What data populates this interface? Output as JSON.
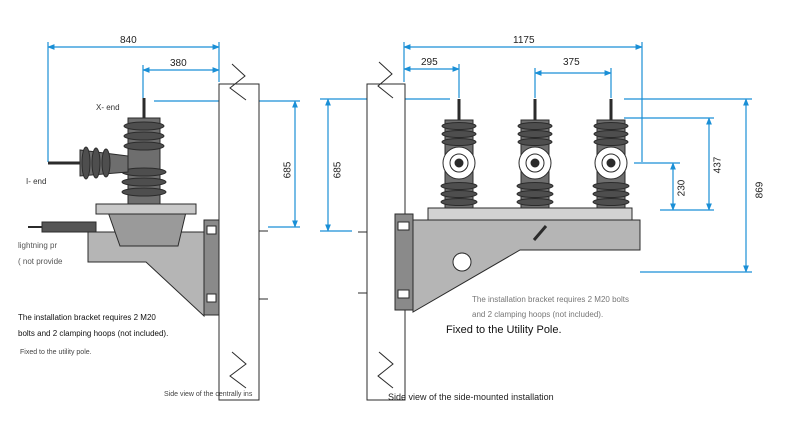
{
  "colors": {
    "dimension": "#1a8fd6",
    "drawing": "#2b2b2b",
    "fill_dark": "#6e6e6e",
    "fill_mid": "#a8a8a8",
    "pole": "#ffffff"
  },
  "left_view": {
    "dim_overall_width": "840",
    "dim_offset": "380",
    "dim_height": "685",
    "label_x_end": "X- end",
    "label_i_end": "I- end",
    "label_lightning": "lightning pr",
    "label_not_provided": "( not provide",
    "note_line1": "The installation bracket requires 2 M20",
    "note_line2": "bolts and 2 clamping hoops (not included).",
    "note_line3": "Fixed to the utility pole.",
    "caption": "Side view of the centrally ins"
  },
  "right_view": {
    "dim_overall_width": "1175",
    "dim_offset": "295",
    "dim_pitch": "375",
    "dim_pole_height": "685",
    "dim_230": "230",
    "dim_437": "437",
    "dim_869": "869",
    "note_line1": "The installation bracket requires 2 M20 bolts",
    "note_line2": "and 2 clamping hoops (not included).",
    "note_line3": "Fixed to the Utility Pole.",
    "caption": "Side view of the side-mounted installation"
  }
}
